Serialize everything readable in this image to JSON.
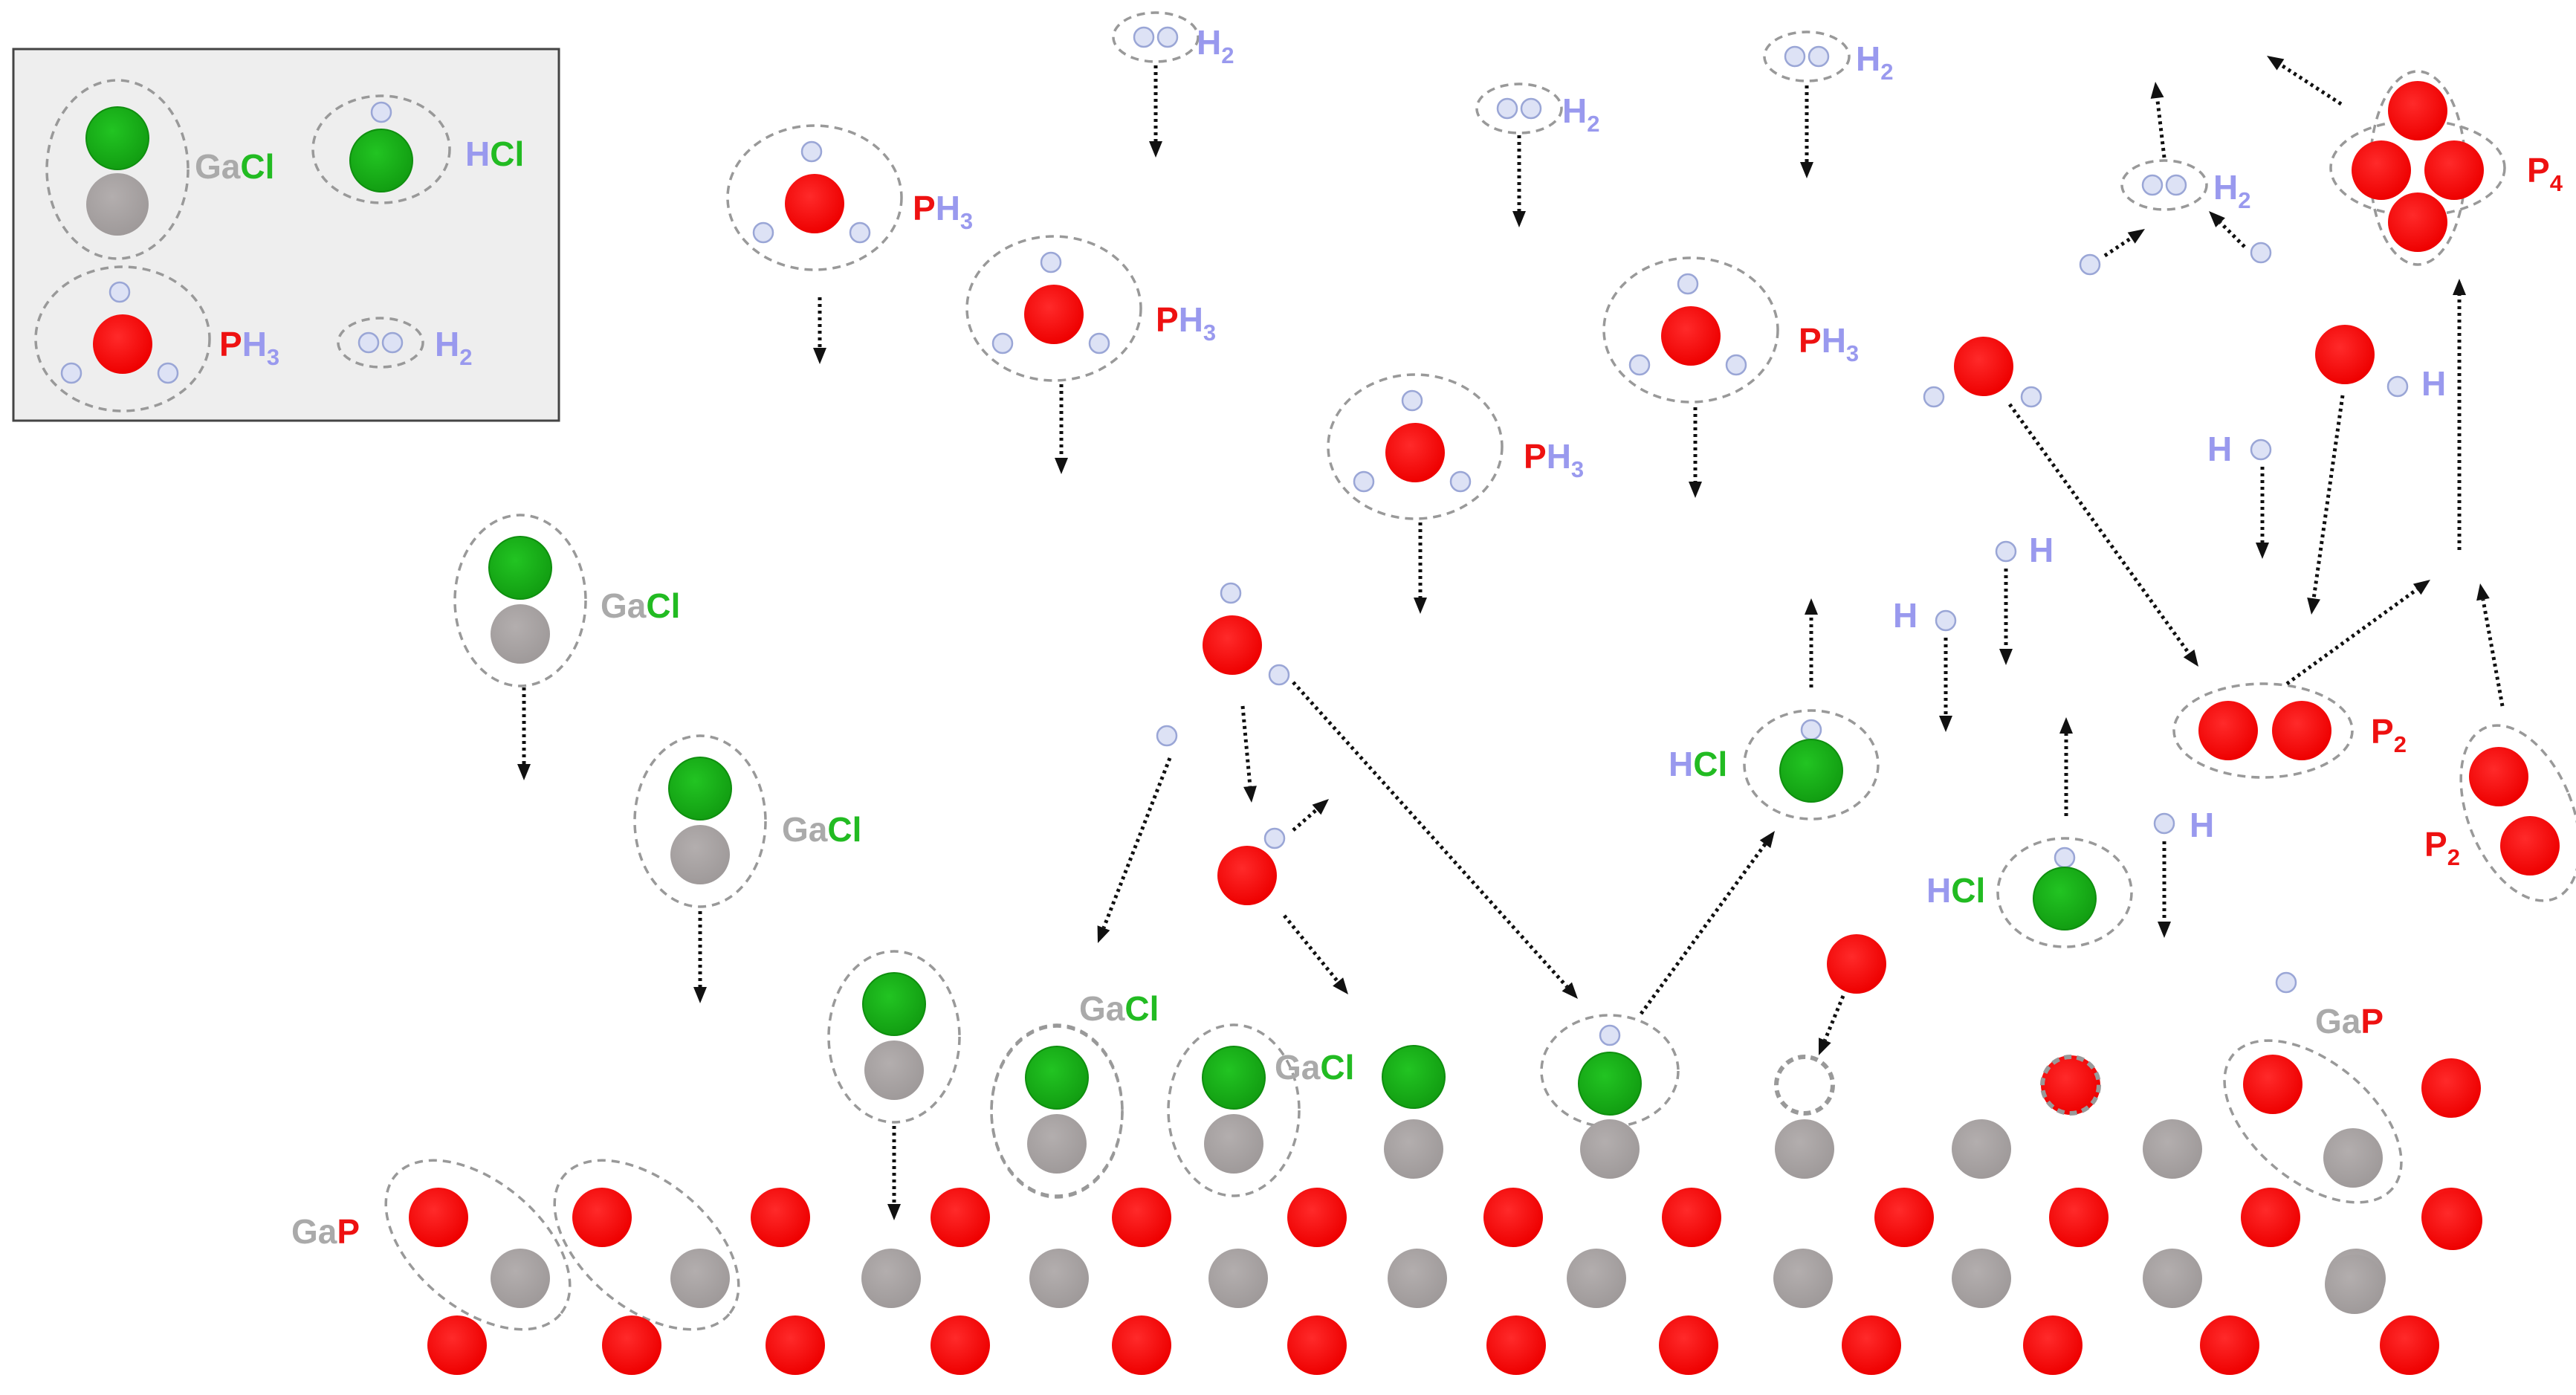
{
  "colors": {
    "ga": "#a8a3a3",
    "p": "#ff0000",
    "cl": "#17b317",
    "h_fill": "#dde2f5",
    "h_stroke": "#9aa6d6",
    "h_text": "#9999ee",
    "ga_text": "#aaaaaa",
    "p_text": "#ee1111",
    "cl_text": "#22bb22",
    "outline": "#999999",
    "arrow": "#111111",
    "legend_bg": "#eeeeee",
    "legend_border": "#444444"
  },
  "legend": {
    "gacl": {
      "ga": "Ga",
      "cl": "Cl"
    },
    "hcl": {
      "h": "H",
      "cl": "Cl"
    },
    "ph3": {
      "p": "P",
      "h": "H",
      "sub": "3"
    },
    "h2": {
      "h": "H",
      "sub": "2"
    }
  },
  "labels": {
    "h2": {
      "h": "H",
      "sub": "2"
    },
    "ph3": {
      "p": "P",
      "h": "H",
      "sub": "3"
    },
    "gacl": {
      "ga": "Ga",
      "cl": "Cl"
    },
    "hcl": {
      "h": "H",
      "cl": "Cl"
    },
    "gap": {
      "ga": "Ga",
      "p": "P"
    },
    "p2": {
      "p": "P",
      "sub": "2"
    },
    "p4": {
      "p": "P",
      "sub": "4"
    },
    "h": "H"
  }
}
